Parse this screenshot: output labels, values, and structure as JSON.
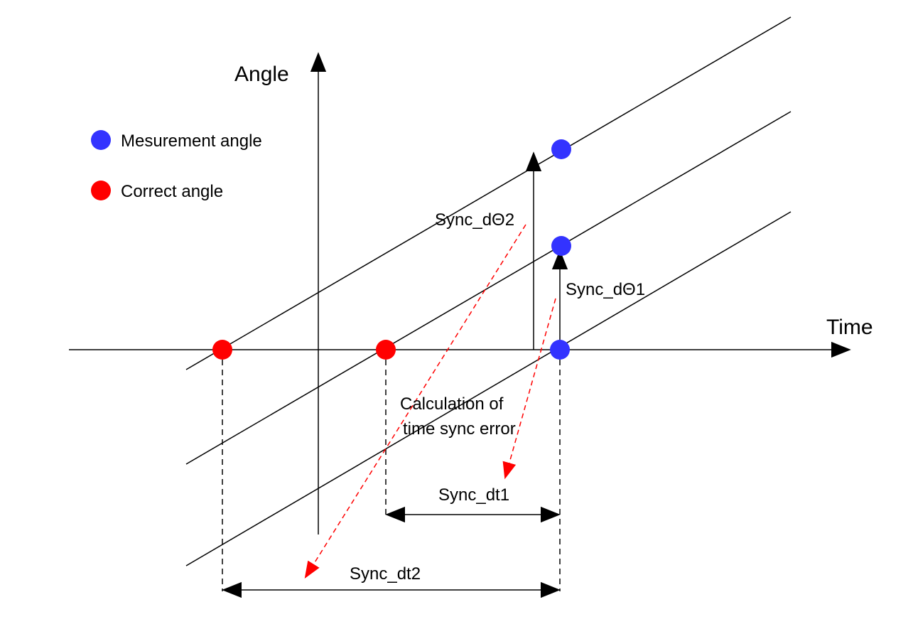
{
  "axes": {
    "y_label": "Angle",
    "x_label": "Time"
  },
  "legend": {
    "items": [
      {
        "label": "Mesurement angle",
        "color": "#3333ff"
      },
      {
        "label": "Correct angle",
        "color": "#ff0000"
      }
    ]
  },
  "labels": {
    "sync_dtheta2": "Sync_dΘ2",
    "sync_dtheta1": "Sync_dΘ1",
    "calc_line1": "Calculation of",
    "calc_line2": "time sync error",
    "sync_dt1": "Sync_dt1",
    "sync_dt2": "Sync_dt2"
  },
  "colors": {
    "measurement": "#3333ff",
    "correct": "#ff0000",
    "line": "#000000",
    "dashed_arrow": "#ff0000"
  }
}
